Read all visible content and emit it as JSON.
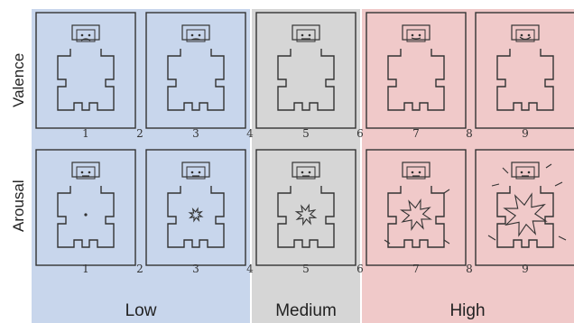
{
  "rows": [
    {
      "label": "Valence",
      "scale": "valence",
      "faces": [
        "frown",
        "slight-frown",
        "neutral",
        "slight-smile",
        "smile"
      ]
    },
    {
      "label": "Arousal",
      "scale": "arousal",
      "faces": [
        "calm-dot",
        "small-burst",
        "medium-burst",
        "big-burst",
        "huge-burst"
      ]
    }
  ],
  "bands": [
    {
      "label": "Low",
      "color": "#c8d6ec"
    },
    {
      "label": "Medium",
      "color": "#d6d6d6"
    },
    {
      "label": "High",
      "color": "#f0c9c9"
    }
  ],
  "scale_numbers": [
    "1",
    "2",
    "3",
    "4",
    "5",
    "6",
    "7",
    "8",
    "9"
  ]
}
